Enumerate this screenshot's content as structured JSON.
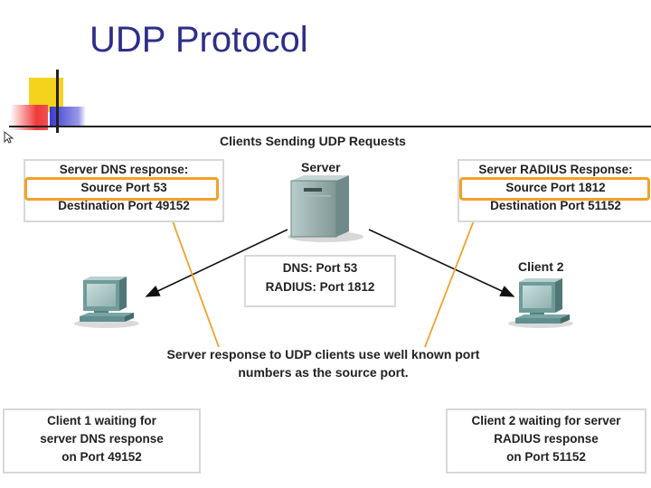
{
  "slide": {
    "title": "UDP Protocol"
  },
  "diagram": {
    "title": "Clients Sending UDP  Requests",
    "server_label": "Server",
    "client2_label": "Client 2",
    "server_dns_box": {
      "heading": "Server DNS response:",
      "source_port": "Source Port 53",
      "destination_port": "Destination Port 49152"
    },
    "server_radius_box": {
      "heading": "Server RADIUS Response:",
      "source_port": "Source Port 1812",
      "destination_port": "Destination Port 51152"
    },
    "server_ports_box": {
      "dns": "DNS: Port 53",
      "radius": "RADIUS: Port 1812"
    },
    "caption": {
      "line1": "Server response to UDP clients use well known port",
      "line2": "numbers as the source port."
    },
    "client1_box": {
      "line1": "Client 1 waiting for",
      "line2": "server DNS response",
      "line3": "on Port 49152"
    },
    "client2_box": {
      "line1": "Client 2 waiting for server",
      "line2": "RADIUS response",
      "line3": "on Port 51152"
    },
    "colors": {
      "highlight": "#f3a12b",
      "title": "#2e2e8a",
      "server": "#8fa6a4",
      "computer": "#5f8f8e"
    },
    "icons": {
      "server": "server-tower-icon",
      "client1": "desktop-computer-icon",
      "client2": "desktop-computer-icon",
      "cursor": "mouse-pointer-icon"
    }
  }
}
